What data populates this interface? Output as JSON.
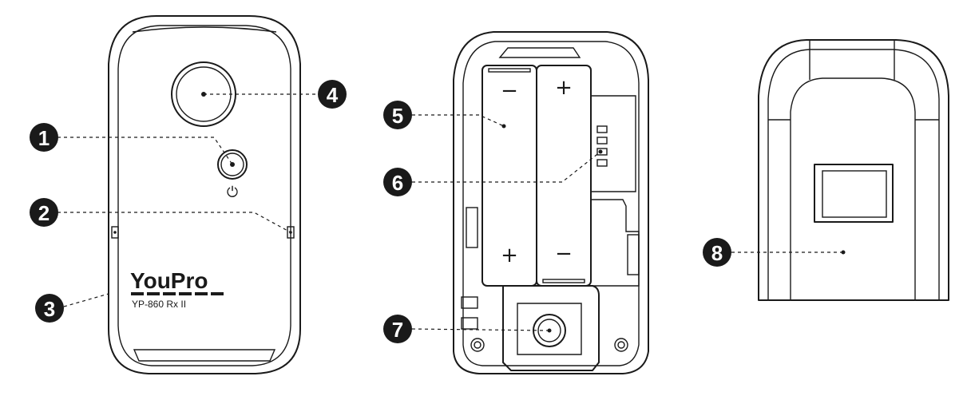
{
  "brand": {
    "logo": "YouPro",
    "model": "YP-860 Rx II"
  },
  "power_symbol": "⏻",
  "battery_signs": {
    "left_top": "−",
    "left_bottom": "+",
    "right_top": "+",
    "right_bottom": "−"
  },
  "callouts": [
    {
      "number": "1"
    },
    {
      "number": "2"
    },
    {
      "number": "3"
    },
    {
      "number": "4"
    },
    {
      "number": "5"
    },
    {
      "number": "6"
    },
    {
      "number": "7"
    },
    {
      "number": "8"
    }
  ]
}
